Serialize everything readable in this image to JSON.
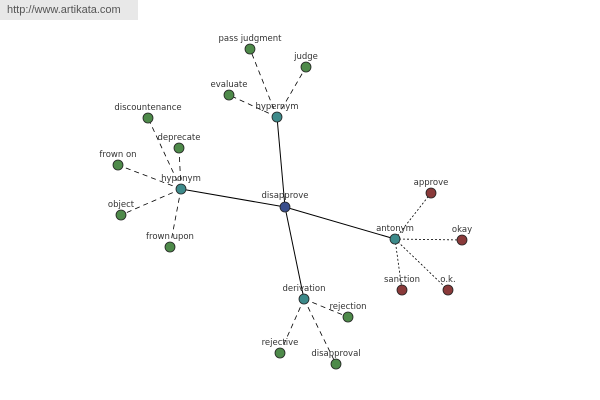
{
  "source_url": "http://www.artikata.com",
  "colors": {
    "center_node": "#3a4f8c",
    "relation_node": "#3d8a8a",
    "hyper_hypo_derivation_leaf": "#4e8a4a",
    "antonym_leaf": "#8a3a3a",
    "edge": "#000000",
    "background": "#ffffff"
  },
  "graph": {
    "center": {
      "label": "disapprove"
    },
    "groups": [
      {
        "relation": "hypernym",
        "leaves": [
          "pass judgment",
          "judge",
          "evaluate"
        ]
      },
      {
        "relation": "hyponym",
        "leaves": [
          "discountenance",
          "deprecate",
          "frown on",
          "object",
          "frown upon"
        ]
      },
      {
        "relation": "antonym",
        "leaves": [
          "approve",
          "okay",
          "sanction",
          "o.k."
        ]
      },
      {
        "relation": "derivation",
        "leaves": [
          "rejection",
          "rejective",
          "disapproval"
        ]
      }
    ]
  }
}
